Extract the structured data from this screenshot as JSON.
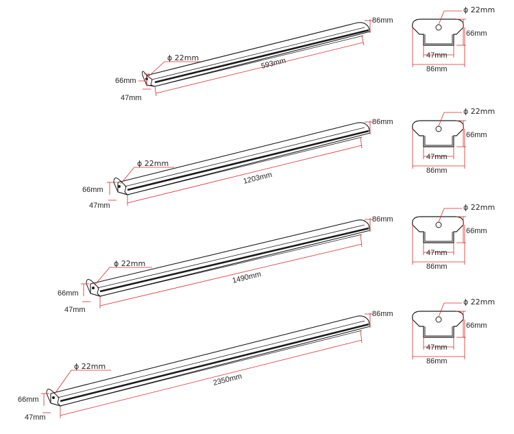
{
  "colors": {
    "dimension_line": "#d9262a",
    "outline": "#1a1a1a",
    "text": "#222222"
  },
  "profiles": [
    {
      "length": "593mm",
      "diameter": "ϕ 22mm",
      "height": "66mm",
      "base": "47mm",
      "width": "86mm"
    },
    {
      "length": "1203mm",
      "diameter": "ϕ 22mm",
      "height": "66mm",
      "base": "47mm",
      "width": "86mm"
    },
    {
      "length": "1490mm",
      "diameter": "ϕ 22mm",
      "height": "66mm",
      "base": "47mm",
      "width": "86mm"
    },
    {
      "length": "2350mm",
      "diameter": "ϕ 22mm",
      "height": "66mm",
      "base": "47mm",
      "width": "86mm"
    }
  ],
  "cross_sections": [
    {
      "diameter": "ϕ 22mm",
      "height": "66mm",
      "base": "47mm",
      "width": "86mm"
    },
    {
      "diameter": "ϕ 22mm",
      "height": "66mm",
      "base": "47mm",
      "width": "86mm"
    },
    {
      "diameter": "ϕ 22mm",
      "height": "66mm",
      "base": "47mm",
      "width": "86mm"
    },
    {
      "diameter": "ϕ 22mm",
      "height": "66mm",
      "base": "47mm",
      "width": "86mm"
    }
  ]
}
